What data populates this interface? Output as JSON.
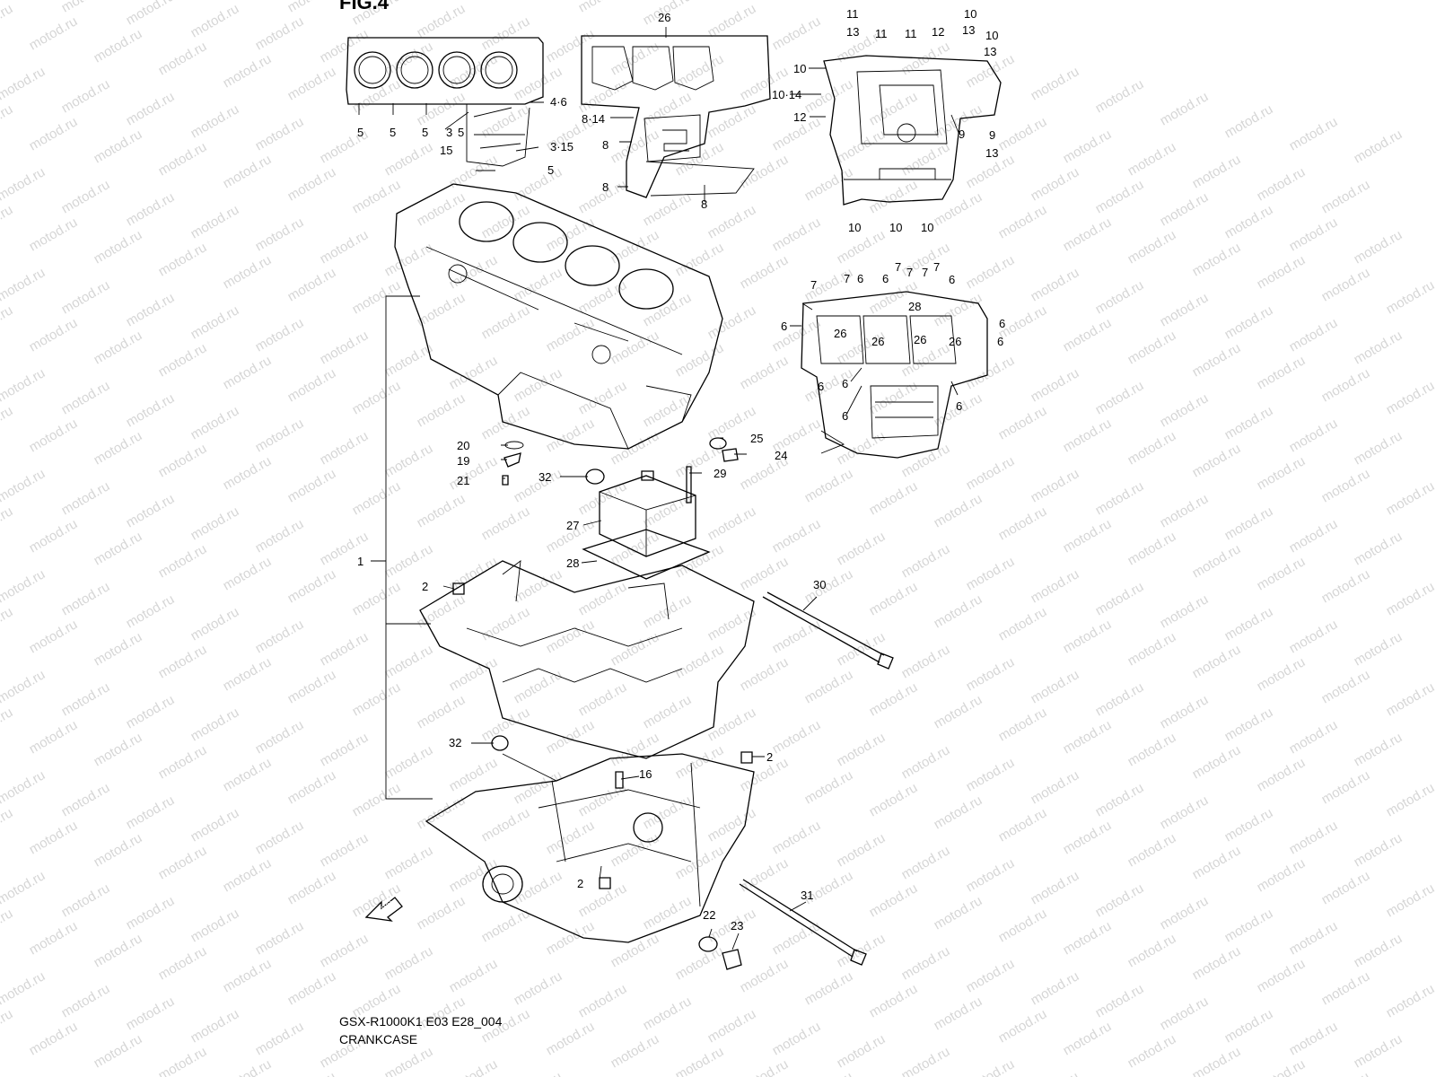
{
  "figure_title": "FIG.4",
  "diagram_code": "GSX-R1000K1 E03 E28_004",
  "diagram_name": "CRANKCASE",
  "watermark": "motod.ru",
  "fwd_marker": "FWD",
  "callouts": {
    "c1": "1",
    "c2a": "2",
    "c2b": "2",
    "c2c": "2",
    "c3": "3",
    "c3_15": "3·15",
    "c4_6": "4·6",
    "c5a": "5",
    "c5b": "5",
    "c5c": "5",
    "c5d": "5",
    "c5e": "5",
    "c6a": "6",
    "c6b": "6",
    "c6c": "6",
    "c6d": "6",
    "c6e": "6",
    "c6f": "6",
    "c6g": "6",
    "c6h": "6",
    "c6i": "6",
    "c7a": "7",
    "c7b": "7",
    "c7c": "7",
    "c7d": "7",
    "c7e": "7",
    "c7f": "7",
    "c8a": "8",
    "c8b": "8",
    "c8c": "8",
    "c8_14": "8·14",
    "c9a": "9",
    "c9b": "9",
    "c10a": "10",
    "c10b": "10",
    "c10c": "10",
    "c10d": "10",
    "c10e": "10",
    "c10f": "10",
    "c10_14": "10·14",
    "c11a": "11",
    "c11b": "11",
    "c11c": "11",
    "c12a": "12",
    "c12b": "12",
    "c13a": "13",
    "c13b": "13",
    "c13c": "13",
    "c13d": "13",
    "c15": "15",
    "c16": "16",
    "c19": "19",
    "c20": "20",
    "c21": "21",
    "c22": "22",
    "c23": "23",
    "c24": "24",
    "c25": "25",
    "c26a": "26",
    "c26b": "26",
    "c26c": "26",
    "c26d": "26",
    "c26e": "26",
    "c27": "27",
    "c28a": "28",
    "c28b": "28",
    "c29": "29",
    "c30": "30",
    "c31": "31",
    "c32a": "32",
    "c32b": "32"
  },
  "colors": {
    "line": "#000000",
    "background": "#ffffff",
    "watermark": "#d6d6d6"
  }
}
